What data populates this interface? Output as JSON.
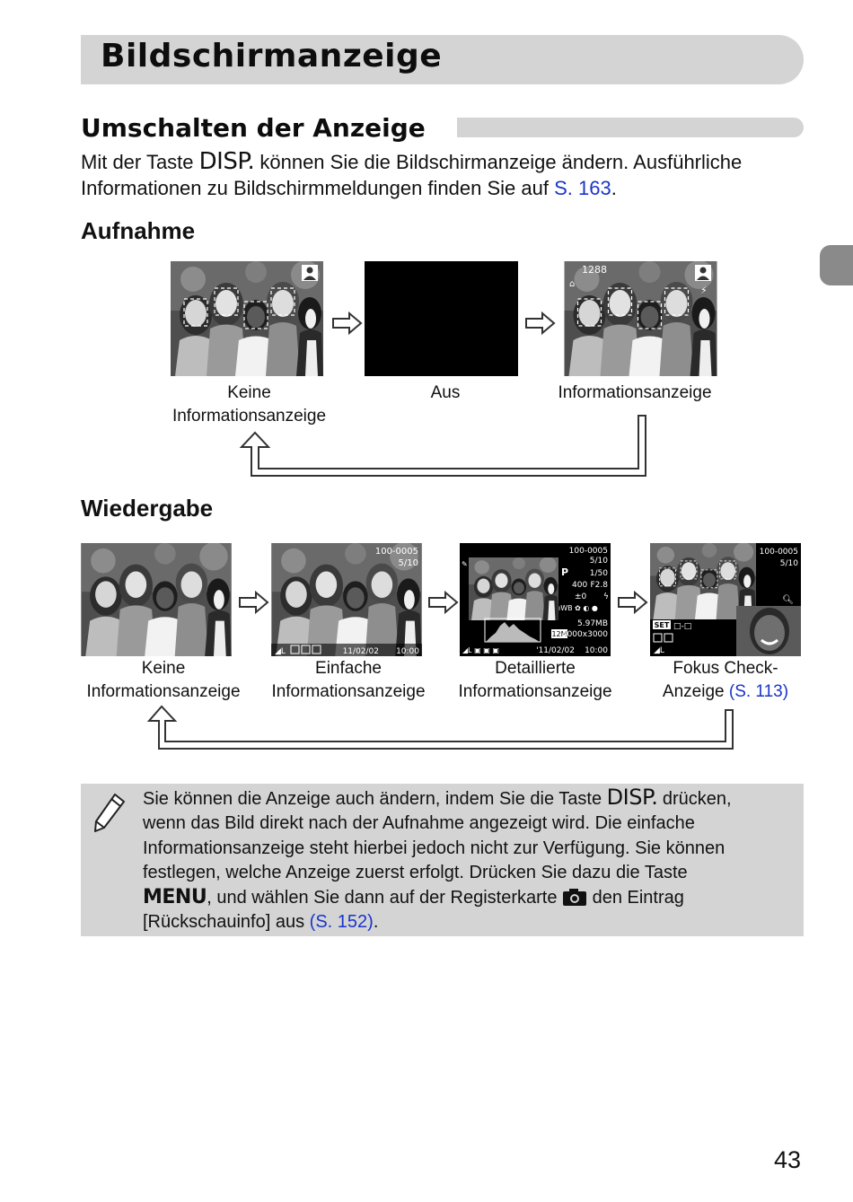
{
  "page": {
    "title": "Bildschirmanzeige",
    "side_tab_color": "#8a8a8a",
    "page_number": "43"
  },
  "section": {
    "title": "Umschalten der Anzeige",
    "intro": {
      "part1": "Mit der Taste ",
      "disp_button": "DISP.",
      "part2": " können Sie die Bildschirmanzeige ändern. Ausführliche",
      "line2": "Informationen zu Bildschirmmeldungen finden Sie auf ",
      "link": "S. 163",
      "period": "."
    }
  },
  "shooting": {
    "heading": "Aufnahme",
    "screens": [
      {
        "caption_l1": "Keine",
        "caption_l2": "Informationsanzeige"
      },
      {
        "caption_l1": "Aus"
      },
      {
        "caption_l1": "Informationsanzeige",
        "overlay": {
          "shots": "1288"
        }
      }
    ]
  },
  "playback": {
    "heading": "Wiedergabe",
    "screens": [
      {
        "caption_l1": "Keine",
        "caption_l2": "Informationsanzeige"
      },
      {
        "caption_l1": "Einfache",
        "caption_l2": "Informationsanzeige",
        "overlay": {
          "file": "100-0005",
          "count": "5/10",
          "date": "11/02/02",
          "time": "10:00"
        }
      },
      {
        "caption_l1": "Detaillierte",
        "caption_l2": "Informationsanzeige",
        "overlay": {
          "file": "100-0005",
          "count": "5/10",
          "mode": "P",
          "shutter": "1/50",
          "iso": "400",
          "aperture": "F2.8",
          "exposure": "±0",
          "filesize": "5.97MB",
          "size": "12M",
          "resolution": "4000x3000",
          "date": "'11/02/02",
          "time": "10:00"
        }
      },
      {
        "caption_l1": "Fokus Check-",
        "caption_l2": "Anzeige ",
        "caption_link": "(S. 113)",
        "overlay": {
          "file": "100-0005",
          "count": "5/10",
          "set_label": "SET"
        }
      }
    ]
  },
  "note": {
    "l1a": "Sie können die Anzeige auch ändern, indem Sie die Taste ",
    "disp_button": "DISP.",
    "l1b": " drücken,",
    "l2": "wenn das Bild direkt nach der Aufnahme angezeigt wird. Die einfache",
    "l3": "Informationsanzeige steht hierbei jedoch nicht zur Verfügung. Sie können",
    "l4": "festlegen, welche Anzeige zuerst erfolgt. Drücken Sie dazu die Taste",
    "menu_button": "MENU",
    "l5a": ", und wählen Sie dann auf der Registerkarte ",
    "l5b": " den Eintrag",
    "l6a": "[Rückschauinfo] aus ",
    "link": "(S. 152)",
    "l6b": "."
  }
}
